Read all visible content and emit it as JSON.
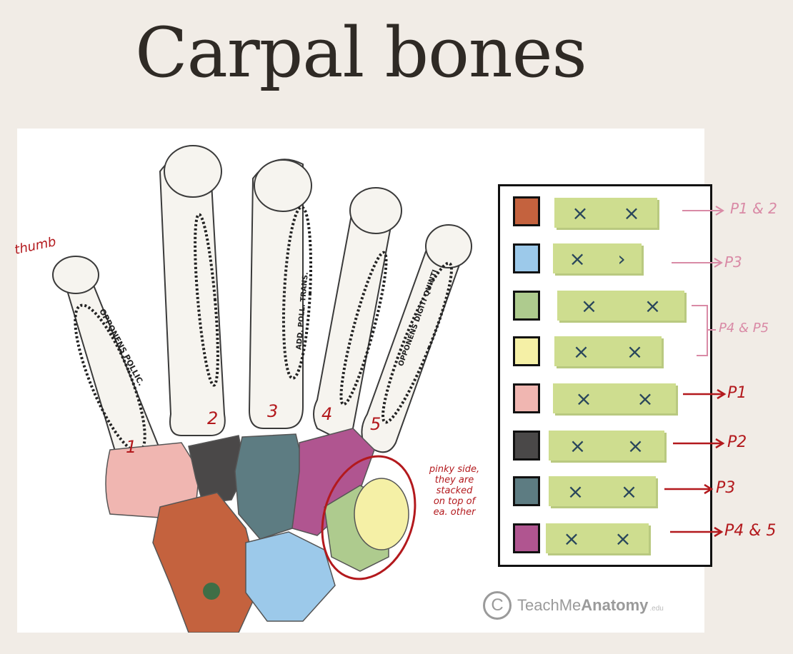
{
  "title": "Carpal bones",
  "colors": {
    "bone_red": "#c4623e",
    "bone_blue": "#9cc9ea",
    "bone_green": "#aecb8e",
    "bone_yellow": "#f5f0a6",
    "bone_pink": "#f0b6b1",
    "bone_dark": "#4a4848",
    "bone_slate": "#5d7c82",
    "bone_magenta": "#b05590",
    "answer_bar": "#cedd8f",
    "annotation_red": "#b3191d",
    "annotation_pink": "#d98aa6"
  },
  "legend": {
    "rows": [
      {
        "color": "#c4623e",
        "marks": [
          "×",
          "×"
        ]
      },
      {
        "color": "#9cc9ea",
        "marks": [
          "×",
          "›"
        ]
      },
      {
        "color": "#aecb8e",
        "marks": [
          "×",
          "×"
        ]
      },
      {
        "color": "#f5f0a6",
        "marks": [
          "×",
          "×"
        ]
      },
      {
        "color": "#f0b6b1",
        "marks": [
          "×",
          "×"
        ]
      },
      {
        "color": "#4a4848",
        "marks": [
          "×",
          "×"
        ]
      },
      {
        "color": "#5d7c82",
        "marks": [
          "×",
          "×"
        ]
      },
      {
        "color": "#b05590",
        "marks": [
          "×",
          "×"
        ]
      }
    ]
  },
  "annotations": {
    "thumb": "thumb",
    "digit_numbers": [
      "1",
      "2",
      "3",
      "4",
      "5"
    ],
    "pinky_note_lines": [
      "pinky side,",
      "they are",
      "stacked",
      "on top of",
      "ea. other"
    ],
    "row_labels": [
      "P1 & 2",
      "P3",
      "P4 & P5",
      "P1",
      "P2",
      "P3",
      "P4 & 5"
    ]
  },
  "bone_text": [
    "OPPONENS POLLIC.",
    "ADD. POLL. TRANS.",
    "OPPONENS DIGITI QUINTI"
  ],
  "watermark": {
    "symbol": "C",
    "brand_regular": "TeachMe",
    "brand_bold": "Anatomy",
    "suffix": ".edu"
  }
}
